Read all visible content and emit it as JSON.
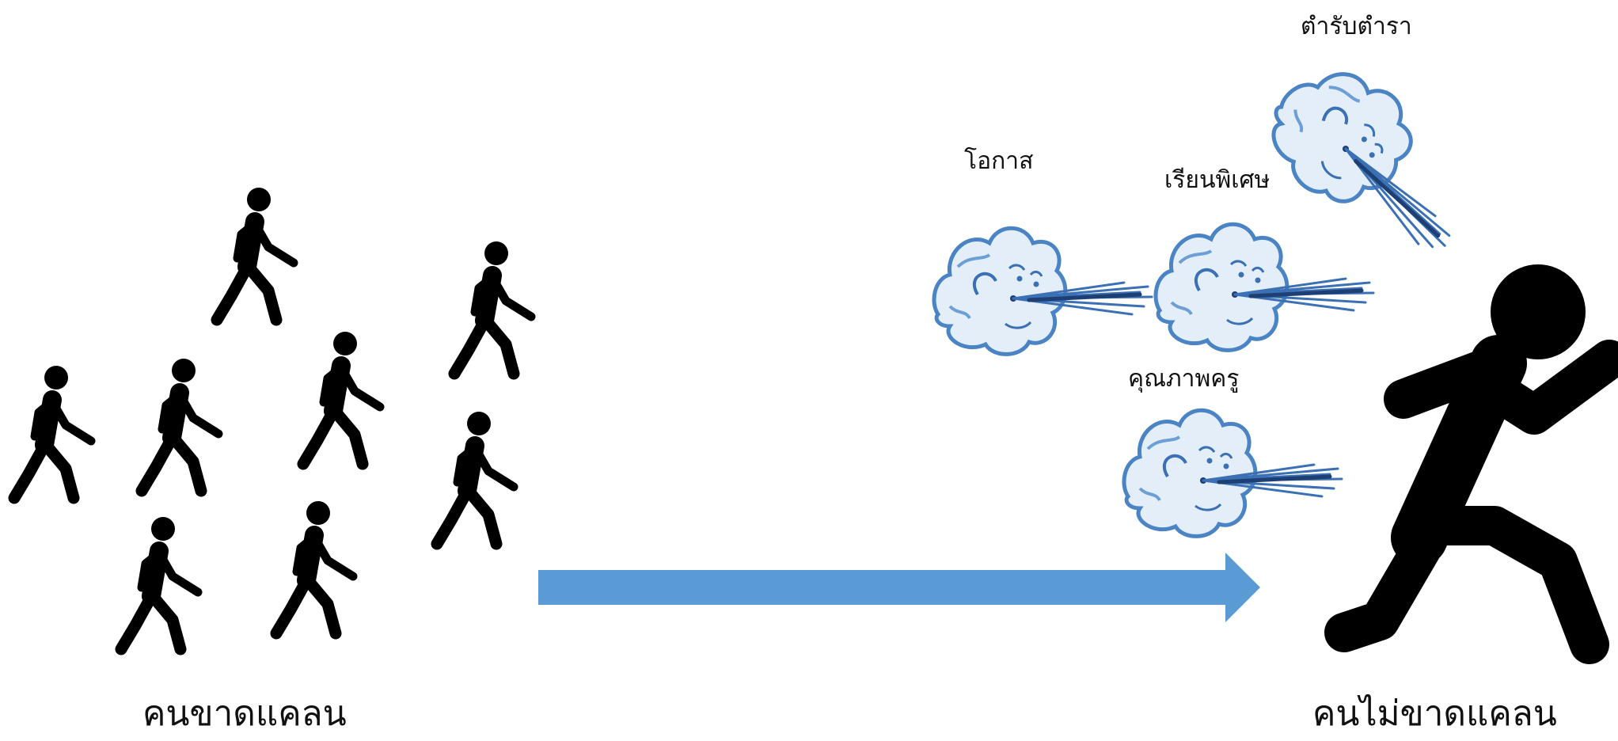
{
  "left_group": {
    "label": "คนขาดแคลน",
    "icon": "walking-person-icon",
    "figure_count": 8
  },
  "right_figure": {
    "label": "คนไม่ขาดแคลน",
    "icon": "running-person-icon"
  },
  "arrow": {
    "color": "#5b9bd5",
    "direction": "right"
  },
  "wind_factors": [
    {
      "label": "โอกาส",
      "icon": "blowing-wind-cloud-icon"
    },
    {
      "label": "เรียนพิเศษ",
      "icon": "blowing-wind-cloud-icon"
    },
    {
      "label": "ตำรับตำรา",
      "icon": "blowing-wind-cloud-icon"
    },
    {
      "label": "คุณภาพครู",
      "icon": "blowing-wind-cloud-icon"
    }
  ],
  "colors": {
    "figure": "#000000",
    "cloud_fill": "#e3eef9",
    "cloud_stroke": "#4a84c4",
    "wind": "#3b70b4"
  }
}
